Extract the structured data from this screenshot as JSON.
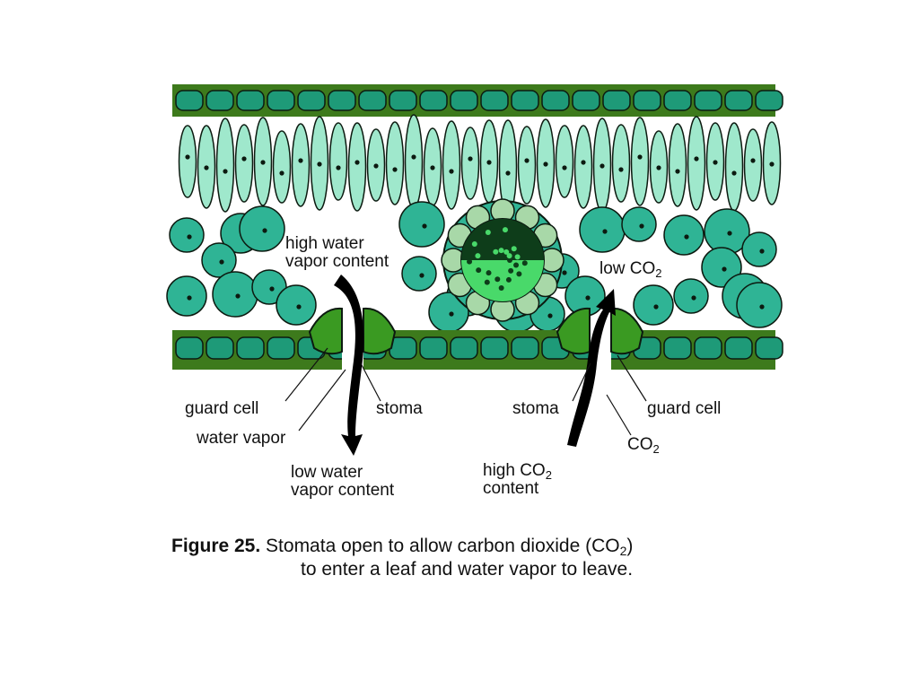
{
  "colors": {
    "epidermis_dark": "#3d7a1c",
    "epidermis_cell": "#1e9a78",
    "palisade": "#9fe8cc",
    "spongy": "#2fb495",
    "guard_cell": "#3a9a22",
    "vein_outer": "#a8d8a8",
    "xylem": "#0e3d1a",
    "phloem": "#49d96a",
    "outline": "#0c1a10"
  },
  "labels": {
    "high_water_1": "high water",
    "high_water_2": "vapor content",
    "low_co2_prefix": "low CO",
    "low_co2_sub": "2",
    "guard_cell_left": "guard cell",
    "stoma_left": "stoma",
    "stoma_right": "stoma",
    "guard_cell_right": "guard cell",
    "water_vapor": "water vapor",
    "co2_prefix": "CO",
    "co2_sub": "2",
    "low_water_1": "low water",
    "low_water_2": "vapor content",
    "high_co2_prefix": "high CO",
    "high_co2_sub": "2",
    "high_co2_2": "content"
  },
  "caption": {
    "figure": "Figure 25.",
    "line1": "Stomata open to allow carbon dioxide (CO",
    "line1_sub": "2",
    "line1_end": ")",
    "line2": "to enter a leaf and water vapor to leave."
  }
}
